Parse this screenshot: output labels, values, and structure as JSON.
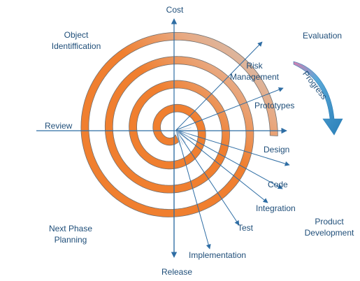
{
  "axes": {
    "top": "Cost",
    "left": "Review",
    "bottom": "Release"
  },
  "quadrants": {
    "top_left": "Object\nIdentiffication",
    "top_right": "Evaluation",
    "bottom_left": "Next Phase\nPlanning",
    "bottom_right": "Product\nDevelopment"
  },
  "progress_label": "Progress",
  "activities": [
    "Risk\nManagement",
    "Prototypes",
    "Design",
    "Code",
    "Integration",
    "Test",
    "Implementation"
  ],
  "colors": {
    "spiral_orange": "#f07f2f",
    "spiral_grey": "#c8ccce",
    "axis_blue": "#2e6da4",
    "text_blue": "#1f4e79",
    "progress_arrow_blue": "#2a8fc8",
    "progress_arrow_pink": "#c878a8"
  }
}
